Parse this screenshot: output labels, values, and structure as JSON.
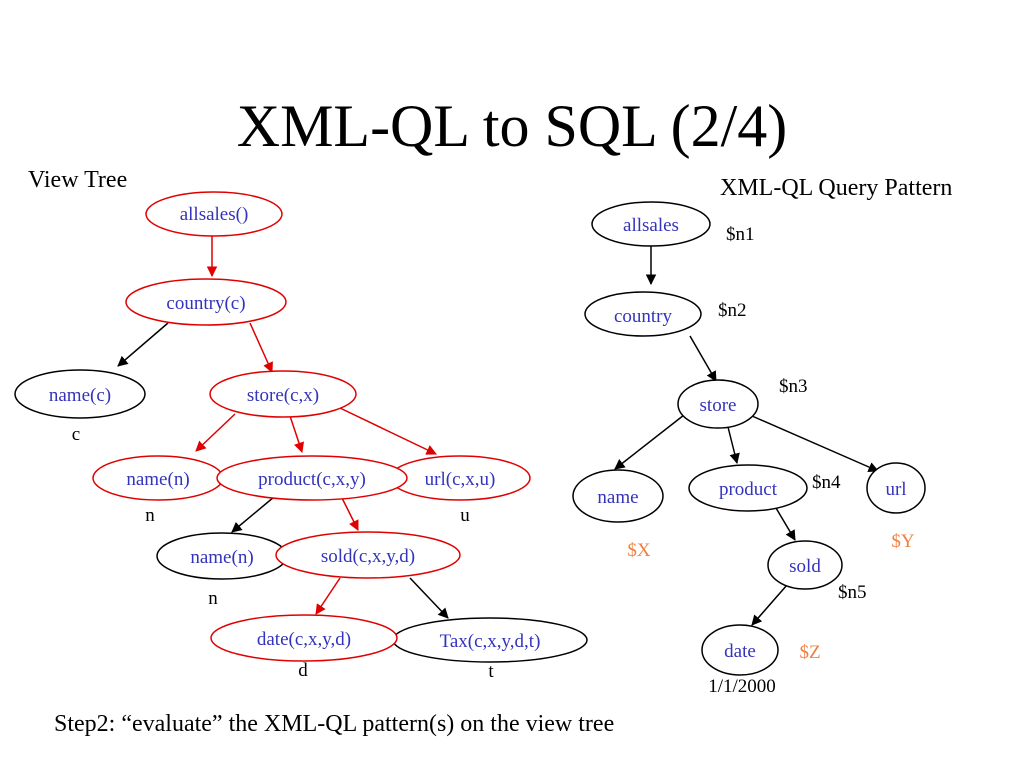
{
  "title": "XML-QL to SQL (2/4)",
  "view_tree": {
    "heading": "View Tree",
    "nodes": {
      "allsales": "allsales()",
      "country": "country(c)",
      "name_c": "name(c)",
      "store": "store(c,x)",
      "name_n1": "name(n)",
      "product": "product(c,x,y)",
      "url": "url(c,x,u)",
      "name_n2": "name(n)",
      "sold": "sold(c,x,y,d)",
      "date": "date(c,x,y,d)",
      "tax": "Tax(c,x,y,d,t)"
    },
    "vars": {
      "c": "c",
      "n1": "n",
      "u": "u",
      "n2": "n",
      "d": "d",
      "t": "t"
    }
  },
  "query_pattern": {
    "heading": "XML-QL Query Pattern",
    "nodes": {
      "allsales": "allsales",
      "country": "country",
      "store": "store",
      "name": "name",
      "product": "product",
      "url": "url",
      "sold": "sold",
      "date": "date"
    },
    "node_vars": {
      "n1": "$n1",
      "n2": "$n2",
      "n3": "$n3",
      "n4": "$n4",
      "n5": "$n5"
    },
    "bind_vars": {
      "x": "$X",
      "y": "$Y",
      "z": "$Z"
    },
    "constant": "1/1/2000"
  },
  "footer": "Step2: “evaluate” the XML-QL pattern(s) on the view tree",
  "colors": {
    "highlight": "#e00000",
    "node_text": "#3333bb",
    "bind_var": "#f08040",
    "edge": "#000000"
  }
}
